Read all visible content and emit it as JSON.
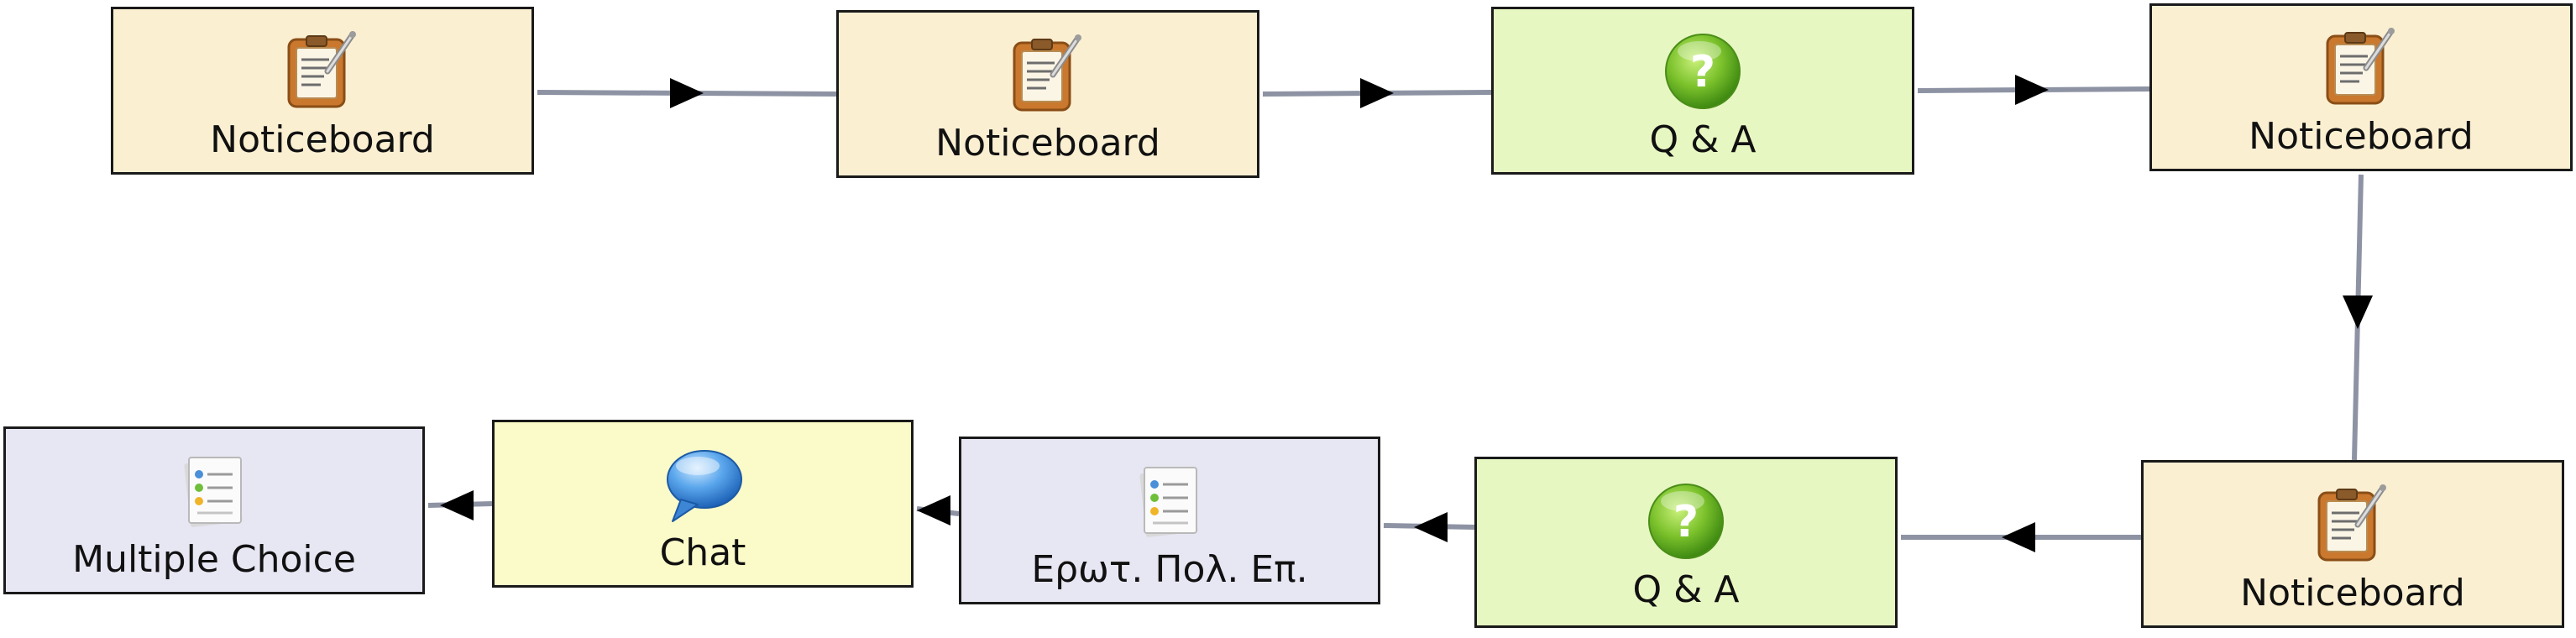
{
  "diagram": {
    "colors": {
      "noticeboard_fill": "#fbefd2",
      "qa_fill": "#e7f7c2",
      "multiple_choice_fill": "#e7e6f3",
      "chat_fill": "#fbfac9",
      "border": "#1a1a1a",
      "connector": "#8e93a4",
      "arrowhead": "#000000"
    },
    "nodes": [
      {
        "id": "n1",
        "type": "noticeboard",
        "icon": "noticeboard-icon",
        "label": "Noticeboard"
      },
      {
        "id": "n2",
        "type": "noticeboard",
        "icon": "noticeboard-icon",
        "label": "Noticeboard"
      },
      {
        "id": "n3",
        "type": "qa",
        "icon": "question-icon",
        "label": "Q & A"
      },
      {
        "id": "n4",
        "type": "noticeboard",
        "icon": "noticeboard-icon",
        "label": "Noticeboard"
      },
      {
        "id": "n5",
        "type": "noticeboard",
        "icon": "noticeboard-icon",
        "label": "Noticeboard"
      },
      {
        "id": "n6",
        "type": "qa",
        "icon": "question-icon",
        "label": "Q & A"
      },
      {
        "id": "n7",
        "type": "multiple_choice",
        "icon": "checklist-icon",
        "label": "Ερωτ. Πολ. Επ."
      },
      {
        "id": "n8",
        "type": "chat",
        "icon": "chat-bubble-icon",
        "label": "Chat"
      },
      {
        "id": "n9",
        "type": "multiple_choice",
        "icon": "checklist-icon",
        "label": "Multiple Choice"
      }
    ],
    "edges": [
      {
        "from": "n1",
        "to": "n2"
      },
      {
        "from": "n2",
        "to": "n3"
      },
      {
        "from": "n3",
        "to": "n4"
      },
      {
        "from": "n4",
        "to": "n5"
      },
      {
        "from": "n5",
        "to": "n6"
      },
      {
        "from": "n6",
        "to": "n7"
      },
      {
        "from": "n7",
        "to": "n8"
      },
      {
        "from": "n8",
        "to": "n9"
      }
    ]
  }
}
